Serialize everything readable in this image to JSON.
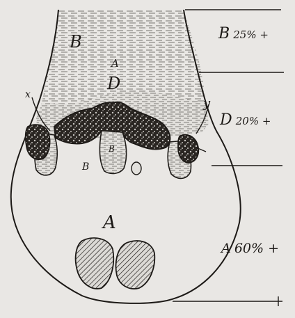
{
  "figure": {
    "regions": {
      "top": "B",
      "middle": "D",
      "bottom": "A",
      "inner_top": "A",
      "inner_lower": "B",
      "inner_stem": "B"
    },
    "boundary_marks": {
      "left": "x",
      "right": "y"
    },
    "side_labels": [
      {
        "letter": "B",
        "value": "25% +"
      },
      {
        "letter": "D",
        "value": "20% +"
      },
      {
        "letter": "A",
        "value": "60% +"
      }
    ]
  },
  "colors": {
    "ink": "#1d1a17",
    "paper": "#e9e7e4",
    "shade": "#a9a6a2"
  }
}
